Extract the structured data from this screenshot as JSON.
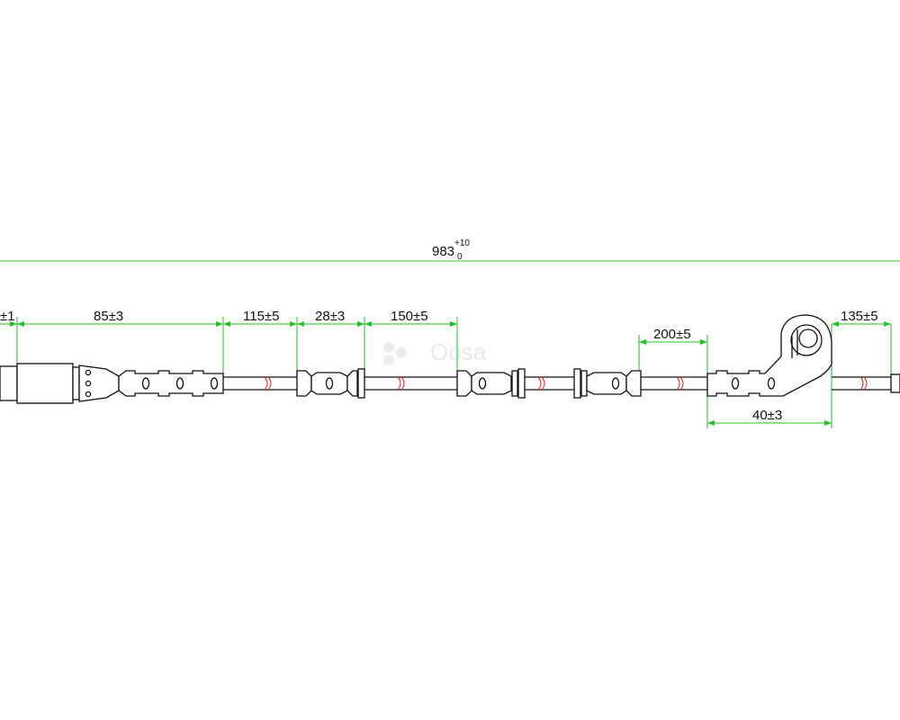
{
  "overall_length": {
    "value": "983",
    "tol_upper": "+10",
    "tol_lower": "0"
  },
  "dimensions": {
    "d_left_partial": "±1",
    "d_85": "85±3",
    "d_115": "115±5",
    "d_28": "28±3",
    "d_150": "150±5",
    "d_200": "200±5",
    "d_135": "135±5",
    "d_40": "40±3"
  },
  "watermark": "Oosa",
  "colors": {
    "dimension_lines": "#22c02a",
    "outline": "#111111",
    "break_marks": "#d12a1a",
    "background": "#ffffff"
  }
}
